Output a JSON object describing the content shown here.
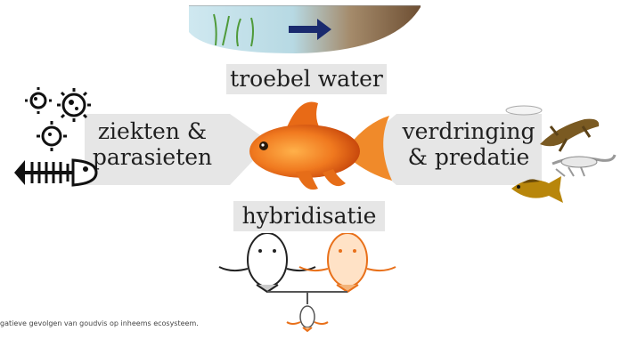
{
  "labels": {
    "top": "troebel water",
    "left_line1": "ziekten &",
    "left_line2": "parasieten",
    "right_line1": "verdringing",
    "right_line2": "& predatie",
    "bottom": "hybridisatie"
  },
  "caption": "gatieve gevolgen van goudvis op inheems ecosysteem.",
  "icons": [
    "water-gradient-panel",
    "arrow-right-icon",
    "goldfish-illustration",
    "virus-icon",
    "fish-skeleton-icon",
    "newt-icon",
    "crayfish-icon",
    "tench-fish-icon",
    "hybrid-fish-icon"
  ],
  "colors": {
    "box": "#e6e6e6",
    "goldfish": "#e8701a",
    "water_clear": "#cfe6ee",
    "water_murky": "#7a5a3c",
    "arrow": "#1a2a6e"
  }
}
